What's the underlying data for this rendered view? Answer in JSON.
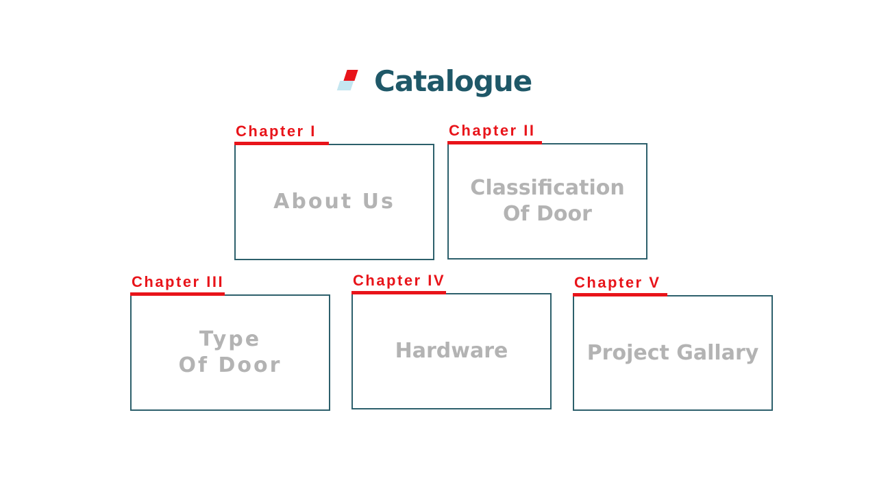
{
  "header": {
    "logo_icon": "catalogue-logo-icon",
    "title": "Catalogue"
  },
  "colors": {
    "title": "#1f5868",
    "accent": "#e8141a",
    "border": "#2c5f6b",
    "card_text": "#b3b3b3"
  },
  "chapters": [
    {
      "label": "Chapter I",
      "lines": [
        "About Us"
      ]
    },
    {
      "label": "Chapter II",
      "lines": [
        "Classification",
        "Of Door"
      ]
    },
    {
      "label": "Chapter III",
      "lines": [
        "Type",
        "Of Door"
      ]
    },
    {
      "label": "Chapter IV",
      "lines": [
        "Hardware"
      ]
    },
    {
      "label": "Chapter V",
      "lines": [
        "Project Gallary"
      ]
    }
  ]
}
